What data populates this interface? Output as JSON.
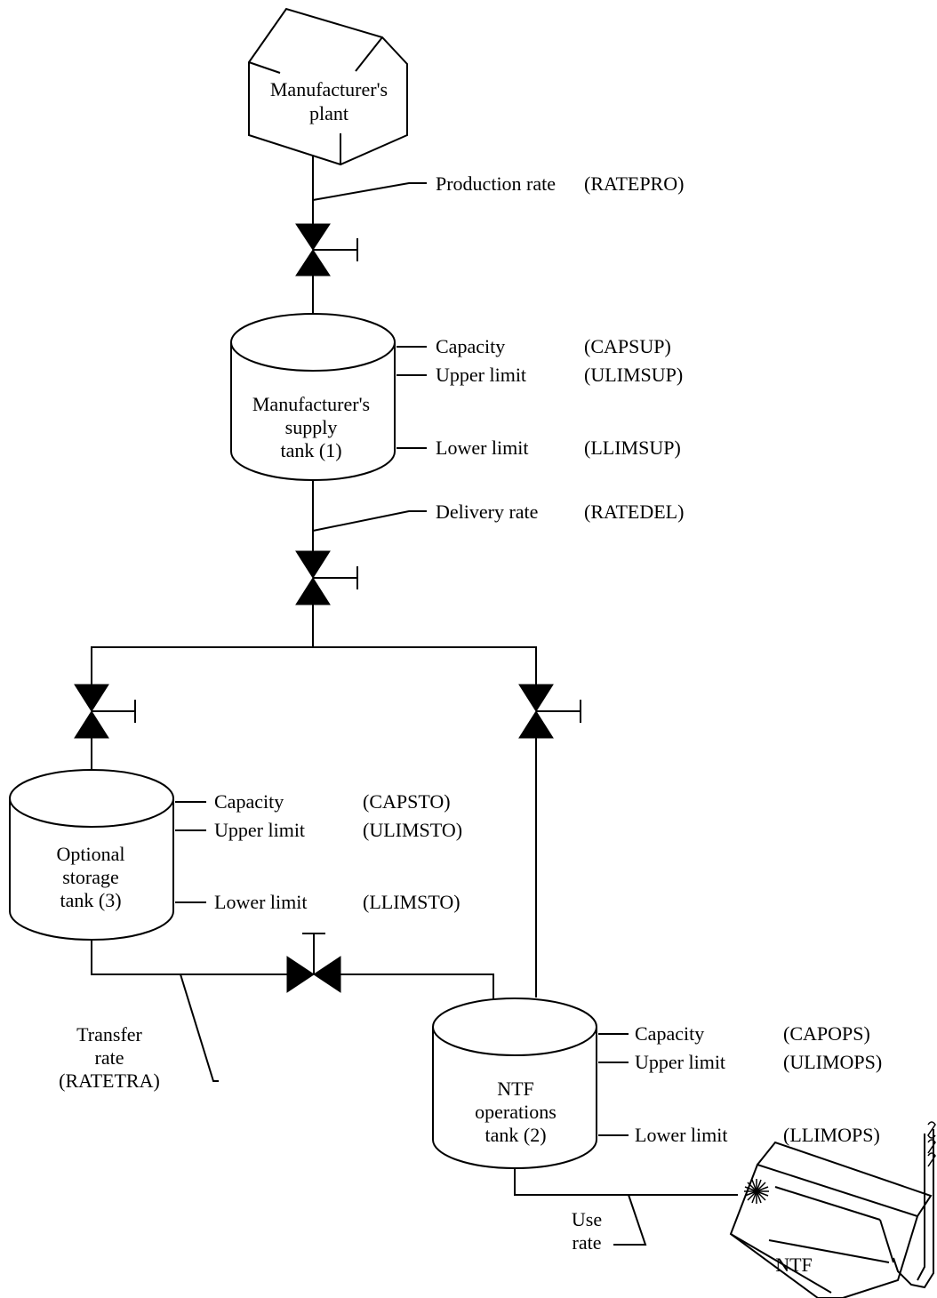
{
  "plant": {
    "line1": "Manufacturer's",
    "line2": "plant"
  },
  "production_rate": {
    "label": "Production rate",
    "code": "(RATEPRO)"
  },
  "supply_tank": {
    "line1": "Manufacturer's",
    "line2": "supply",
    "line3": "tank (1)",
    "capacity_label": "Capacity",
    "capacity_code": "(CAPSUP)",
    "upper_label": "Upper limit",
    "upper_code": "(ULIMSUP)",
    "lower_label": "Lower limit",
    "lower_code": "(LLIMSUP)"
  },
  "delivery_rate": {
    "label": "Delivery rate",
    "code": "(RATEDEL)"
  },
  "storage_tank": {
    "line1": "Optional",
    "line2": "storage",
    "line3": "tank (3)",
    "capacity_label": "Capacity",
    "capacity_code": "(CAPSTO)",
    "upper_label": "Upper limit",
    "upper_code": "(ULIMSTO)",
    "lower_label": "Lower limit",
    "lower_code": "(LLIMSTO)"
  },
  "transfer_rate": {
    "line1": "Transfer",
    "line2": "rate",
    "line3": "(RATETRA)"
  },
  "ops_tank": {
    "line1": "NTF",
    "line2": "operations",
    "line3": "tank (2)",
    "capacity_label": "Capacity",
    "capacity_code": "(CAPOPS)",
    "upper_label": "Upper limit",
    "upper_code": "(ULIMOPS)",
    "lower_label": "Lower limit",
    "lower_code": "(LLIMOPS)"
  },
  "use_rate": {
    "line1": "Use",
    "line2": "rate"
  },
  "ntf": {
    "label": "NTF"
  }
}
